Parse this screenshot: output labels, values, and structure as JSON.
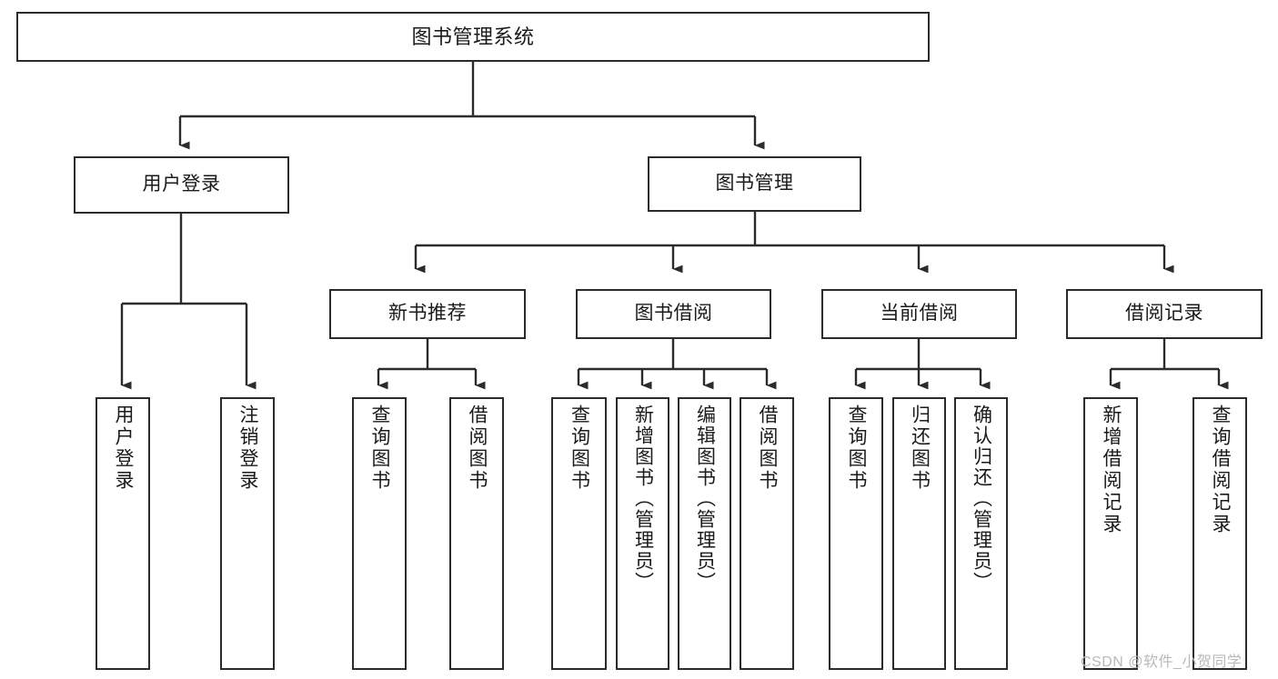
{
  "diagram": {
    "title_text": "图书管理系统",
    "type": "tree-hierarchy-diagram",
    "stroke_color": "#2b2b2b",
    "fill_color": "#ffffff",
    "text_color": "#1a1a1a"
  },
  "nodes": {
    "root": {
      "label": "图书管理系统"
    },
    "level2": [
      {
        "label": "用户登录"
      },
      {
        "label": "图书管理"
      }
    ],
    "level3": [
      {
        "label": "新书推荐"
      },
      {
        "label": "图书借阅"
      },
      {
        "label": "当前借阅"
      },
      {
        "label": "借阅记录"
      }
    ],
    "leaves_user_login": [
      {
        "label": "用户登录"
      },
      {
        "label": "注销登录"
      }
    ],
    "leaves_new_books": [
      {
        "label": "查询图书"
      },
      {
        "label": "借阅图书"
      }
    ],
    "leaves_borrow": [
      {
        "label": "查询图书"
      },
      {
        "label": "新增图书（管理员）"
      },
      {
        "label": "编辑图书（管理员）"
      },
      {
        "label": "借阅图书"
      }
    ],
    "leaves_current": [
      {
        "label": "查询图书"
      },
      {
        "label": "归还图书"
      },
      {
        "label": "确认归还（管理员）"
      }
    ],
    "leaves_records": [
      {
        "label": "新增借阅记录"
      },
      {
        "label": "查询借阅记录"
      }
    ]
  },
  "watermark": {
    "text": "CSDN @软件_小贺同学"
  }
}
